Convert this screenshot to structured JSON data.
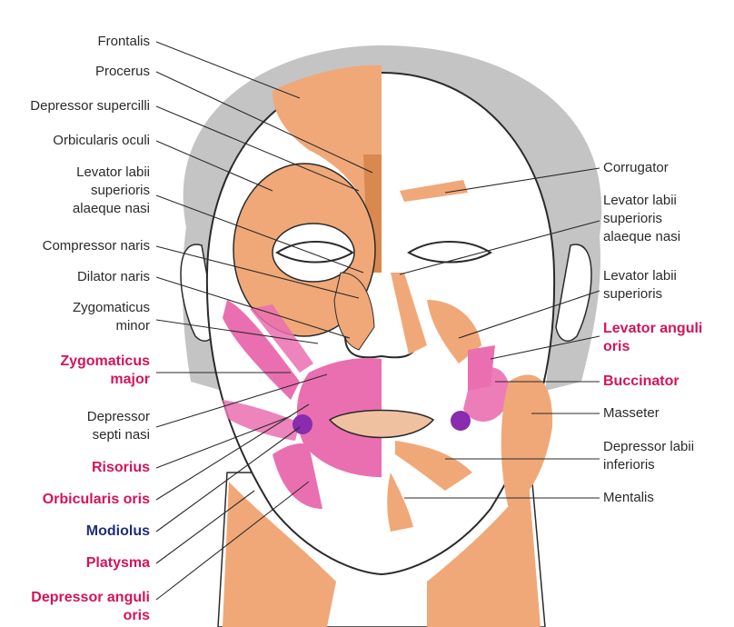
{
  "labels_left": [
    {
      "id": "frontalis",
      "lines": [
        "Frontalis"
      ]
    },
    {
      "id": "procerus",
      "lines": [
        "Procerus"
      ]
    },
    {
      "id": "depressor-supercilii",
      "lines": [
        "Depressor supercilli"
      ]
    },
    {
      "id": "orbicularis-oculi",
      "lines": [
        "Orbicularis oculi"
      ]
    },
    {
      "id": "levator-labii-sup-alaeque-left",
      "lines": [
        "Levator labii",
        "superioris",
        "alaeque nasi"
      ]
    },
    {
      "id": "compressor-naris",
      "lines": [
        "Compressor naris"
      ]
    },
    {
      "id": "dilator-naris",
      "lines": [
        "Dilator naris"
      ]
    },
    {
      "id": "zygomaticus-minor",
      "lines": [
        "Zygomaticus",
        "minor"
      ]
    },
    {
      "id": "zygomaticus-major",
      "lines": [
        "Zygomaticus",
        "major"
      ],
      "highlight": true
    },
    {
      "id": "depressor-septi-nasi",
      "lines": [
        "Depressor",
        "septi nasi"
      ]
    },
    {
      "id": "risorius",
      "lines": [
        "Risorius"
      ],
      "highlight": true
    },
    {
      "id": "orbicularis-oris",
      "lines": [
        "Orbicularis oris"
      ],
      "highlight": true
    },
    {
      "id": "modiolus",
      "lines": [
        "Modiolus"
      ],
      "emphasis": true
    },
    {
      "id": "platysma",
      "lines": [
        "Platysma"
      ],
      "highlight": true
    },
    {
      "id": "depressor-anguli-oris",
      "lines": [
        "Depressor anguli",
        "oris"
      ],
      "highlight": true
    }
  ],
  "labels_right": [
    {
      "id": "corrugator",
      "lines": [
        "Corrugator"
      ]
    },
    {
      "id": "levator-labii-sup-alaeque-right",
      "lines": [
        "Levator labii",
        "superioris",
        "alaeque nasi"
      ]
    },
    {
      "id": "levator-labii-superioris",
      "lines": [
        "Levator labii",
        "superioris"
      ]
    },
    {
      "id": "levator-anguli-oris",
      "lines": [
        "Levator anguli",
        "oris"
      ],
      "highlight": true
    },
    {
      "id": "buccinator",
      "lines": [
        "Buccinator"
      ],
      "highlight": true
    },
    {
      "id": "masseter",
      "lines": [
        "Masseter"
      ]
    },
    {
      "id": "depressor-labii-inferioris",
      "lines": [
        "Depressor labii",
        "inferioris"
      ]
    },
    {
      "id": "mentalis",
      "lines": [
        "Mentalis"
      ]
    }
  ],
  "colors": {
    "muscle": "#f0a878",
    "muscle_dark": "#d98850",
    "highlight_muscle": "#ea6fb0",
    "modiolus": "#8a2bb0",
    "hair": "#bdbdbd",
    "skin": "#ffffff",
    "outline": "#2a2a2a",
    "label_highlight": "#d4145a",
    "label_emphasis": "#1f2f7a"
  }
}
